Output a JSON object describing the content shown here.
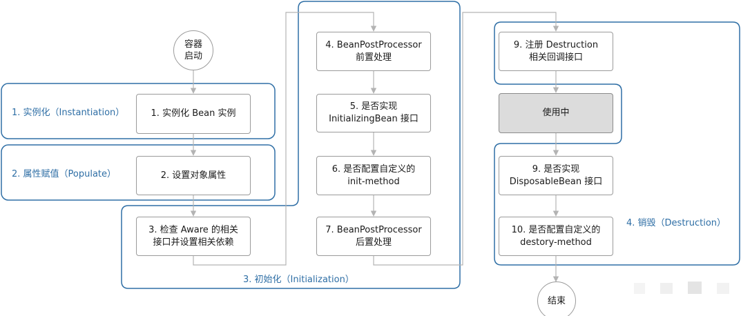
{
  "colors": {
    "phase_border": "#2e6ea5",
    "phase_text": "#2e6ea5",
    "connector": "#b3b3b3",
    "box_border": "#9a9a9a",
    "in_use_fill": "#dcdcdc"
  },
  "nodes": {
    "start": {
      "line1": "容器",
      "line2": "启动"
    },
    "end": {
      "line1": "结束"
    },
    "step1": {
      "line1": "1. 实例化 Bean 实例"
    },
    "step2": {
      "line1": "2. 设置对象属性"
    },
    "step3": {
      "line1": "3. 检查 Aware 的相关",
      "line2": "接口并设置相关依赖"
    },
    "step4": {
      "line1": "4. BeanPostProcessor",
      "line2": "前置处理"
    },
    "step5": {
      "line1": "5. 是否实现",
      "line2": "InitializingBean 接口"
    },
    "step6": {
      "line1": "6. 是否配置自定义的",
      "line2": "init-method"
    },
    "step7": {
      "line1": "7. BeanPostProcessor",
      "line2": "后置处理"
    },
    "step9a": {
      "line1": "9. 注册 Destruction",
      "line2": "相关回调接口"
    },
    "in_use": {
      "line1": "使用中"
    },
    "step9b": {
      "line1": "9. 是否实现",
      "line2": "DisposableBean 接口"
    },
    "step10": {
      "line1": "10. 是否配置自定义的",
      "line2": "destory-method"
    }
  },
  "phases": {
    "instantiation": "1. 实例化（Instantiation）",
    "populate": "2. 属性赋值（Populate）",
    "initialization": "3. 初始化（Initialization）",
    "destruction": "4. 销毁（Destruction）"
  }
}
